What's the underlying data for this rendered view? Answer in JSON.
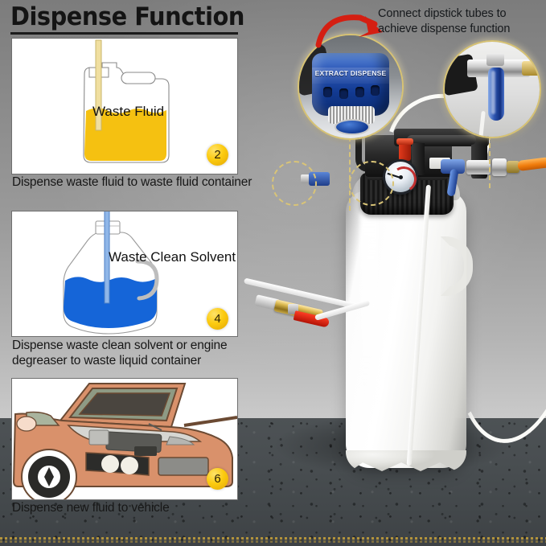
{
  "header": {
    "title": "Dispense Function"
  },
  "callout": {
    "text": "Connect dipstick tubes to achieve dispense function",
    "knob_labels": "EXTRACT    DISPENSE",
    "arrow_icon": "curved-red-arrow-icon"
  },
  "steps": [
    {
      "badge": "2",
      "caption": "Dispense waste fluid to waste fluid container",
      "illustration": "jerry-can-yellow-waste-fluid",
      "fluid_label": "Waste Fluid",
      "fluid_color": "#F5C111"
    },
    {
      "badge": "4",
      "caption": "Dispense waste clean solvent or engine degreaser to waste liquid container",
      "illustration": "jug-blue-solvent",
      "fluid_label": "Waste Clean Solvent",
      "fluid_color": "#1565D8"
    },
    {
      "badge": "6",
      "caption": "Dispense new fluid to vehicle",
      "illustration": "car-open-hood",
      "fluid_label": "",
      "fluid_color": "#D9916B"
    }
  ],
  "product": {
    "name": "pneumatic-fluid-extractor-dispenser",
    "tank_color": "#FFFFFF",
    "cap_color": "#1A1A1A",
    "gauge": "pressure-gauge",
    "valve_color": "#1C3D8E",
    "hose_color": "#F07C0C",
    "lever_color": "#B21205"
  },
  "theme": {
    "background_top": "#7C7C7C",
    "background_bottom": "#E2E2E2",
    "floor": "#494E51",
    "badge": "#FCCB10",
    "callout_ring": "#D8C373",
    "text": "#171717"
  }
}
